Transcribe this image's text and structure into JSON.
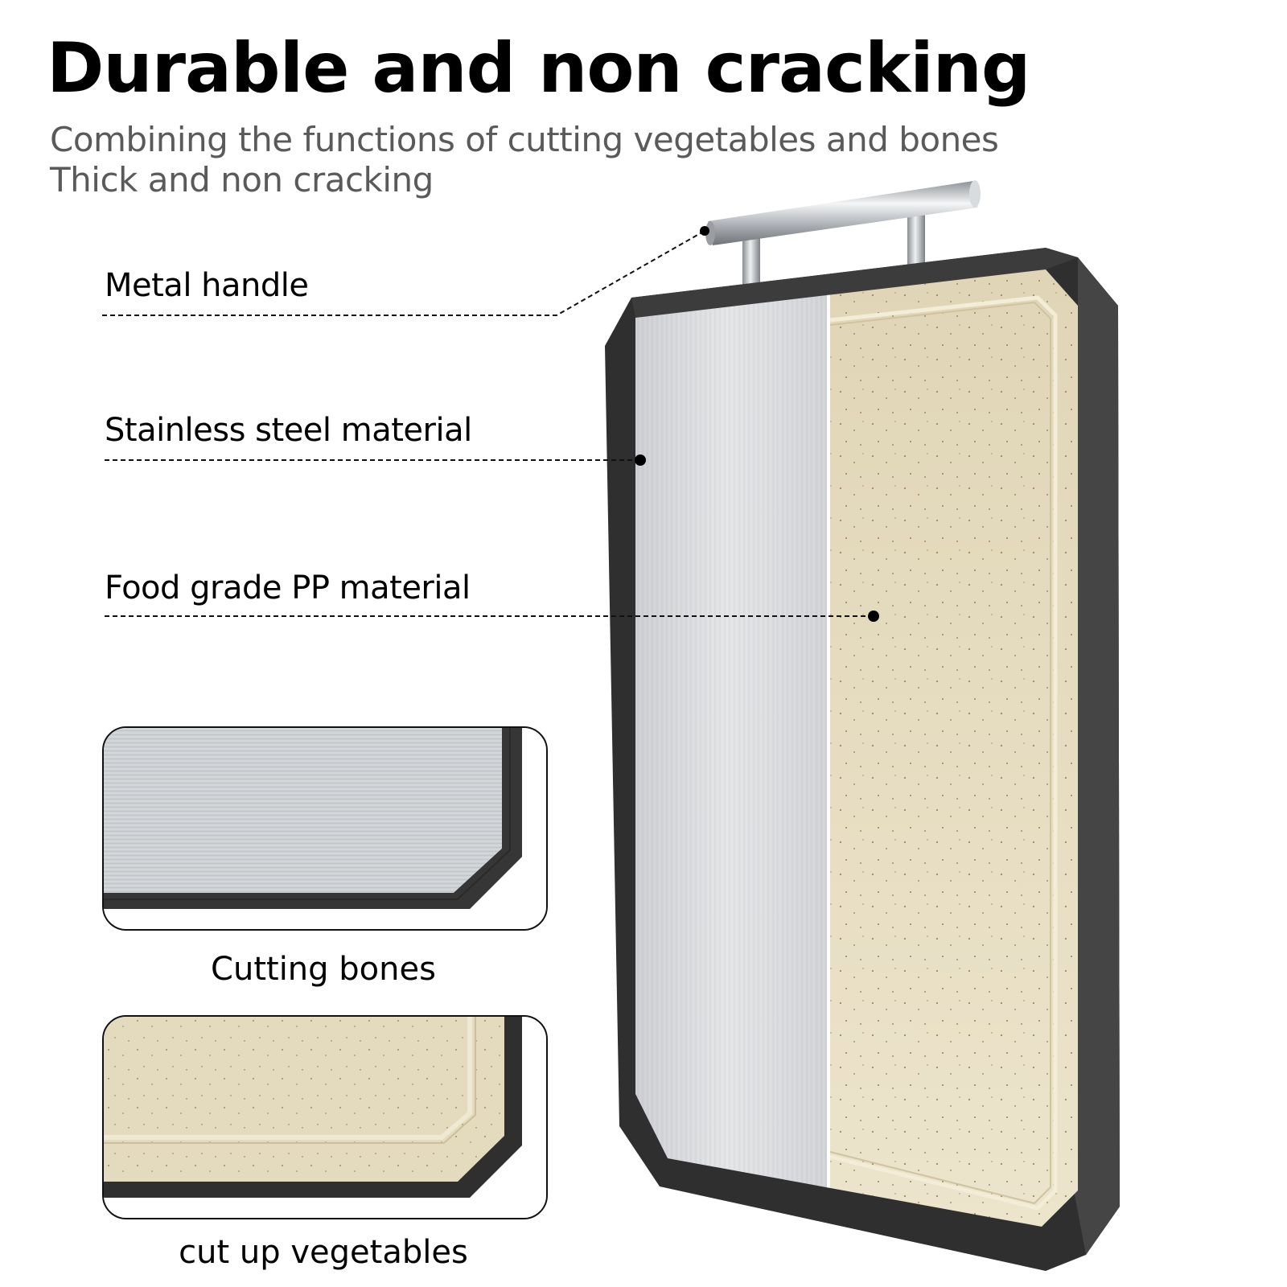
{
  "header": {
    "title": "Durable and non cracking",
    "subtitle_lines": [
      "Combining the functions of cutting vegetables and bones",
      "Thick and non cracking"
    ]
  },
  "callouts": [
    {
      "label": "Metal handle",
      "target": "handle"
    },
    {
      "label": "Stainless steel material",
      "target": "steel-side"
    },
    {
      "label": "Food grade PP material",
      "target": "pp-side"
    }
  ],
  "insets": [
    {
      "caption": "Cutting bones",
      "surface": "stainless-steel"
    },
    {
      "caption": "cut up vegetables",
      "surface": "pp-speckled"
    }
  ],
  "colors": {
    "title": "#000000",
    "subtitle": "#5a5a5a",
    "rim": "#3a3a3a",
    "rim_dark": "#2e2e2e",
    "steel": "#d4d6d9",
    "steel_light": "#e6e7e9",
    "pp": "#e3d9bd",
    "pp_light": "#ebe3ca",
    "handle": "#c8cbcf"
  }
}
